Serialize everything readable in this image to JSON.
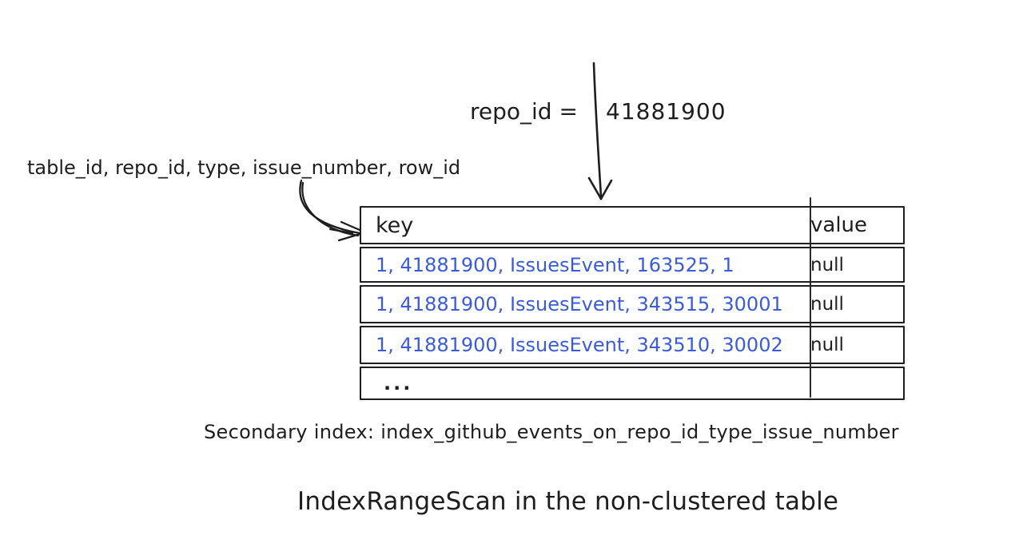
{
  "colors": {
    "background": "#ffffff",
    "ink": "#1e1e1e",
    "key_text_blue": "#3b5bdb"
  },
  "query_annotation": {
    "label": "repo_id =",
    "value": "41881900"
  },
  "index_columns_annotation": "table_id, repo_id, type, issue_number, row_id",
  "index_table": {
    "columns": [
      "key",
      "value"
    ],
    "rows": [
      {
        "key": "1, 41881900, IssuesEvent, 163525, 1",
        "value": "null"
      },
      {
        "key": "1, 41881900, IssuesEvent, 343515, 30001",
        "value": "null"
      },
      {
        "key": "1, 41881900, IssuesEvent, 343510, 30002",
        "value": "null"
      },
      {
        "key": "...",
        "value": ""
      }
    ]
  },
  "captions": {
    "secondary_index": "Secondary index: index_github_events_on_repo_id_type_issue_number",
    "title": "IndexRangeScan in the non-clustered table"
  },
  "icons": {
    "down_arrow": "down-arrow",
    "curved_arrow": "curved-arrow"
  }
}
